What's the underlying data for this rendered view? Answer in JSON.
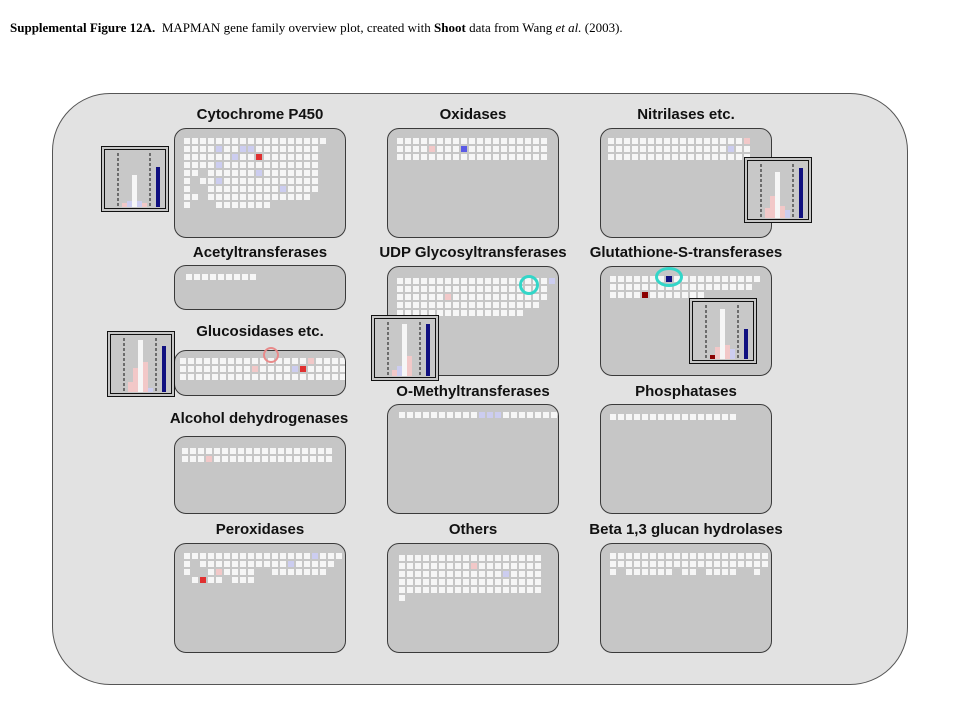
{
  "caption": {
    "label": "Supplemental Figure 12A.",
    "text_before": "MAPMAN gene family overview plot, created with ",
    "bold_word": "Shoot",
    "text_middle": " data from Wang ",
    "italic": "et al.",
    "text_after": " (2003)."
  },
  "panels": [
    {
      "id": "cytochrome",
      "title": "Cytochrome P450"
    },
    {
      "id": "oxidases",
      "title": "Oxidases"
    },
    {
      "id": "nitrilases",
      "title": "Nitrilases etc."
    },
    {
      "id": "acetyltransferases",
      "title": "Acetyltransferases"
    },
    {
      "id": "udp",
      "title": "UDP Glycosyltransferases"
    },
    {
      "id": "gst",
      "title": "Glutathione-S-transferases"
    },
    {
      "id": "glucosidases",
      "title": "Glucosidases etc."
    },
    {
      "id": "omethyl",
      "title": "O-Methyltransferases"
    },
    {
      "id": "alcohol",
      "title": "Alcohol dehydrogenases"
    },
    {
      "id": "phosphatases",
      "title": "Phosphatases"
    },
    {
      "id": "peroxidases",
      "title": "Peroxidases"
    },
    {
      "id": "others",
      "title": "Others"
    },
    {
      "id": "beta",
      "title": "Beta 1,3 glucan hydrolases"
    }
  ],
  "colors": {
    "white": "#f6f6f6",
    "light_red": "#f2c8c8",
    "red": "#e03030",
    "dark_red": "#8a0000",
    "light_blue": "#cccdf0",
    "blue": "#5a5ae6",
    "dark_blue": "#101080",
    "highlight_cyan": "#33d6c8",
    "highlight_pink": "#e88a8a"
  }
}
